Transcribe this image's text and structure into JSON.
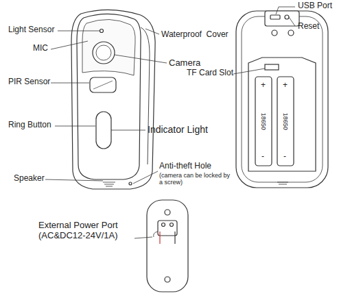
{
  "diagram": {
    "labels": [
      "Light Sensor",
      "MIC",
      "PIR Sensor",
      "Ring Button",
      "Speaker",
      "Camera",
      "Waterproof  Cover",
      "Indicator Light",
      "Anti-theft Hole",
      "(camera can be locked by a screw)",
      "USB Port",
      "Reset",
      "TF Card Slot",
      "+",
      "+",
      "18650",
      "18650",
      "-",
      "-",
      "External Power Port (AC&DC12-24V/1A)"
    ]
  }
}
